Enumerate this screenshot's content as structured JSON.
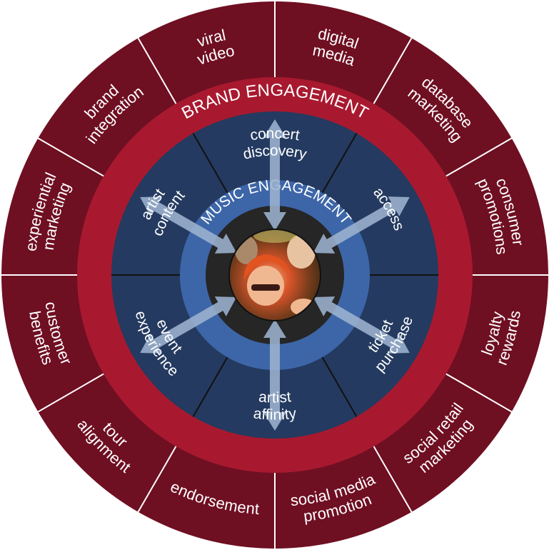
{
  "diagram": {
    "ring_titles": {
      "brand": "BRAND ENGAGEMENT",
      "music": "MUSIC ENGAGEMENT"
    },
    "outer_segments": [
      {
        "id": "digital-media",
        "lines": [
          "digital",
          "media"
        ]
      },
      {
        "id": "database-marketing",
        "lines": [
          "database",
          "marketing"
        ]
      },
      {
        "id": "consumer-promotions",
        "lines": [
          "consumer",
          "promotions"
        ]
      },
      {
        "id": "loyalty-rewards",
        "lines": [
          "loyalty",
          "rewards"
        ]
      },
      {
        "id": "social-retail-marketing",
        "lines": [
          "social retail",
          "marketing"
        ]
      },
      {
        "id": "social-media-promotion",
        "lines": [
          "social media",
          "promotion"
        ]
      },
      {
        "id": "endorsement",
        "lines": [
          "endorsement"
        ]
      },
      {
        "id": "tour-alignment",
        "lines": [
          "tour",
          "alignment"
        ]
      },
      {
        "id": "customer-benefits",
        "lines": [
          "customer",
          "benefits"
        ]
      },
      {
        "id": "experiential-marketing",
        "lines": [
          "experiential",
          "marketing"
        ]
      },
      {
        "id": "brand-integration",
        "lines": [
          "brand",
          "integration"
        ]
      },
      {
        "id": "viral-video",
        "lines": [
          "viral",
          "video"
        ]
      }
    ],
    "inner_segments": [
      {
        "id": "concert-discovery",
        "lines": [
          "concert",
          "discovery"
        ]
      },
      {
        "id": "access",
        "lines": [
          "access"
        ]
      },
      {
        "id": "ticket-purchase",
        "lines": [
          "ticket",
          "purchase"
        ]
      },
      {
        "id": "artist-affinity",
        "lines": [
          "artist",
          "affinity"
        ]
      },
      {
        "id": "event-experience",
        "lines": [
          "event",
          "experience"
        ]
      },
      {
        "id": "artist-content",
        "lines": [
          "artist",
          "content"
        ]
      }
    ],
    "colors": {
      "outer": "#6f0f22",
      "brand_ring": "#a8192f",
      "inner": "#243a60",
      "music_ring": "#3d66a8",
      "center": "#262626",
      "arrow": "#9db3cf",
      "divider_outer": "#ffffff",
      "divider_inner": "#111111"
    }
  }
}
